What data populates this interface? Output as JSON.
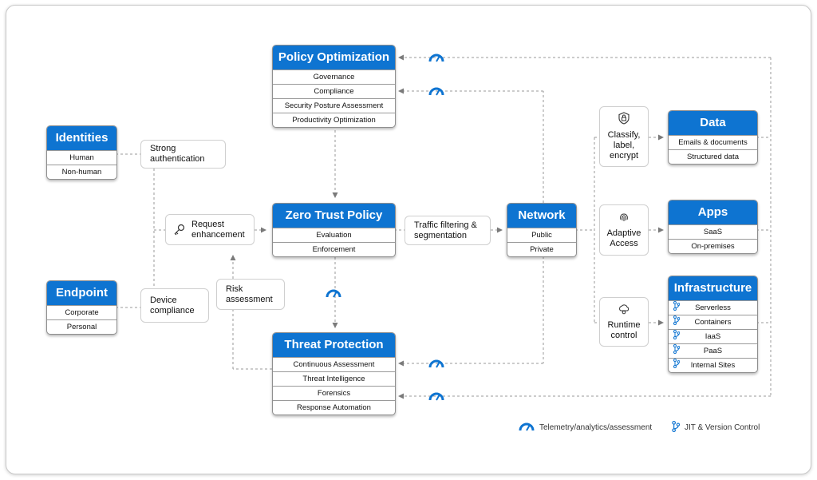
{
  "cards": {
    "policy_optimization": {
      "title": "Policy Optimization",
      "rows": [
        "Governance",
        "Compliance",
        "Security Posture Assessment",
        "Productivity Optimization"
      ]
    },
    "identities": {
      "title": "Identities",
      "rows": [
        "Human",
        "Non-human"
      ]
    },
    "endpoint": {
      "title": "Endpoint",
      "rows": [
        "Corporate",
        "Personal"
      ]
    },
    "zero_trust_policy": {
      "title": "Zero Trust Policy",
      "rows": [
        "Evaluation",
        "Enforcement"
      ]
    },
    "network": {
      "title": "Network",
      "rows": [
        "Public",
        "Private"
      ]
    },
    "threat_protection": {
      "title": "Threat Protection",
      "rows": [
        "Continuous Assessment",
        "Threat Intelligence",
        "Forensics",
        "Response Automation"
      ]
    },
    "data": {
      "title": "Data",
      "rows": [
        "Emails & documents",
        "Structured data"
      ]
    },
    "apps": {
      "title": "Apps",
      "rows": [
        "SaaS",
        "On-premises"
      ]
    },
    "infrastructure": {
      "title": "Infrastructure",
      "rows": [
        "Serverless",
        "Containers",
        "IaaS",
        "PaaS",
        "Internal Sites"
      ]
    }
  },
  "notes": {
    "strong_auth": "Strong authentication",
    "device_compliance": "Device compliance",
    "request_enhancement": "Request enhancement",
    "risk_assessment": "Risk assessment",
    "traffic_filtering": "Traffic filtering & segmentation",
    "classify": "Classify, label, encrypt",
    "adaptive_access": "Adaptive Access",
    "runtime_control": "Runtime control"
  },
  "legend": {
    "telemetry": "Telemetry/analytics/assessment",
    "jit": "JIT & Version Control"
  },
  "icons": {
    "telemetry": "gauge-icon",
    "jit": "git-branch-icon",
    "request": "key-hand-icon",
    "classify": "shield-lock-icon",
    "adaptive": "fingerprint-icon",
    "runtime": "cloud-gear-icon"
  },
  "colors": {
    "accent": "#0e74d1",
    "line": "#8a8a8a"
  }
}
